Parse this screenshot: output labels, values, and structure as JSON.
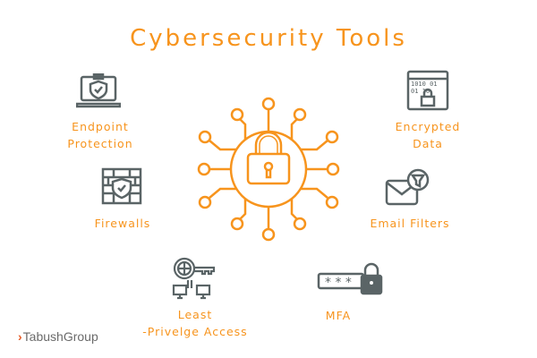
{
  "title": "Cybersecurity Tools",
  "items": [
    {
      "line1": "Endpoint",
      "line2": "Protection",
      "icon": "laptop-shield-icon"
    },
    {
      "line1": "Encrypted",
      "line2": "Data",
      "icon": "encrypted-data-icon"
    },
    {
      "line1": "Firewalls",
      "icon": "firewall-icon"
    },
    {
      "line1": "Email Filters",
      "icon": "email-filter-icon"
    },
    {
      "line1": "Least",
      "line2": "-Privelge Access",
      "icon": "globe-key-network-icon"
    },
    {
      "line1": "MFA",
      "icon": "password-lock-icon"
    }
  ],
  "center_icon": "circuit-lock-icon",
  "logo": "TabushGroup",
  "colors": {
    "accent": "#f7941d",
    "icon": "#5a6466"
  }
}
